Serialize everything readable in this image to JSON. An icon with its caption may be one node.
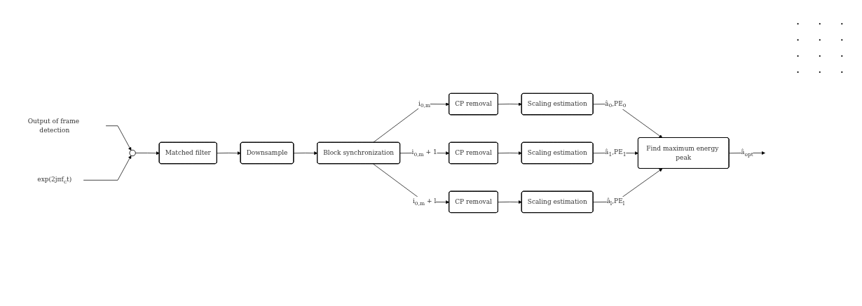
{
  "diagram": {
    "nodes": [
      {
        "text": [
          "Output of frame detection"
        ]
      },
      {
        "text": [],
        "shape": "circle"
      },
      {
        "text": [
          "exp(2jπf$_{c}$t)"
        ]
      },
      {
        "text": [
          "Matched filter"
        ]
      },
      {
        "text": [
          "Downsample"
        ]
      },
      {
        "text": [
          "Block synchronization"
        ]
      },
      {
        "text": [
          "CP removal"
        ]
      },
      {
        "text": [
          "Scaling estimation"
        ]
      },
      {
        "text": [
          "CP removal"
        ]
      },
      {
        "text": [
          "Scaling estimation"
        ]
      },
      {
        "text": [
          "CP removal"
        ]
      },
      {
        "text": [
          "Scaling estimation"
        ]
      },
      {
        "text": [
          "Find maximum energy peak"
        ]
      }
    ],
    "edges": [
      {
        "from": 0,
        "to": 1,
        "arrow": "to"
      },
      {
        "from": 2,
        "to": 1,
        "arrow": "to"
      },
      {
        "from": 1,
        "to": 3,
        "arrow": "to"
      },
      {
        "from": 3,
        "to": 4,
        "arrow": "to"
      },
      {
        "from": 4,
        "to": 5,
        "arrow": "to"
      },
      {
        "from": 5,
        "to": 6,
        "arrow": "to",
        "label": "i$_{0,m}$"
      },
      {
        "from": 6,
        "to": 7,
        "arrow": "to"
      },
      {
        "from": 7,
        "to": 12,
        "arrow": "to",
        "label": "â$_{0}$,PE$_{0}$"
      },
      {
        "from": 5,
        "to": 8,
        "arrow": "to",
        "label": "i$_{0,m}$ + 1"
      },
      {
        "from": 8,
        "to": 9,
        "arrow": "to"
      },
      {
        "from": 9,
        "to": 12,
        "arrow": "to",
        "label": "â$_{1}$,PE$_{1}$"
      },
      {
        "from": 5,
        "to": 10,
        "arrow": "to",
        "label": "i$_{0,m}$ + l"
      },
      {
        "from": 10,
        "to": 11,
        "arrow": "to"
      },
      {
        "from": 11,
        "to": 12,
        "arrow": "to",
        "label": "â$_{l}$,PE$_{l}$"
      },
      {
        "from": 12,
        "to": null,
        "arrow": "to",
        "label": "â$_{opt}$"
      }
    ],
    "labels": [
      ".",
      ".",
      ".",
      ".",
      ".",
      ".",
      ".",
      ".",
      ".",
      ".",
      ".",
      "."
    ]
  }
}
